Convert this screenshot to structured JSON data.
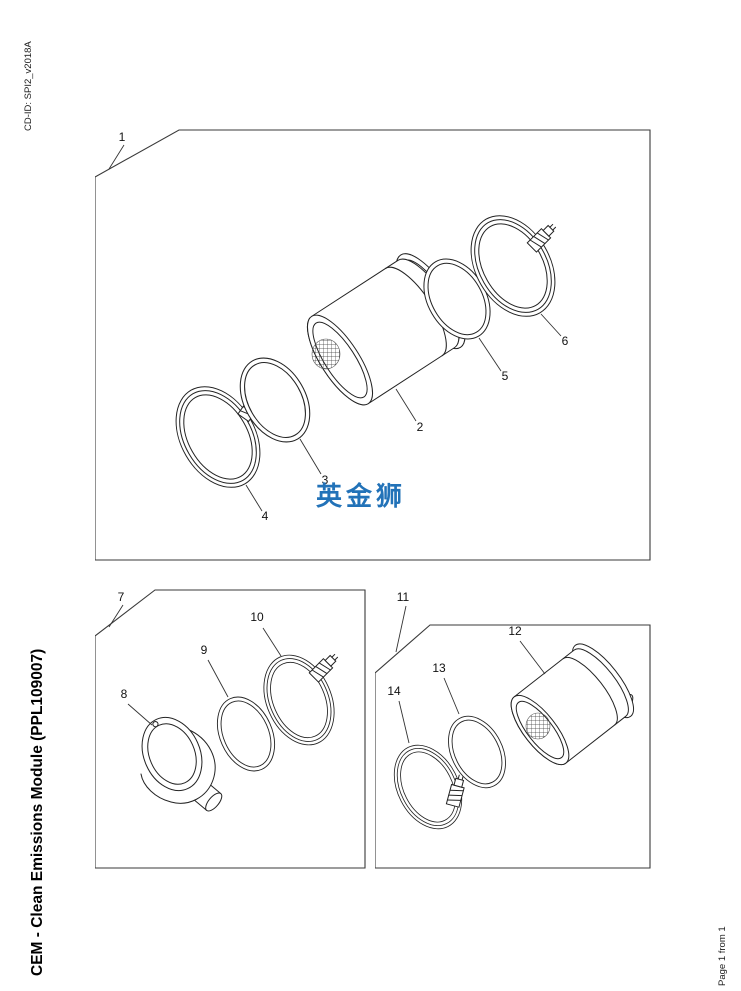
{
  "page": {
    "cd_id": "CD-ID: SPI2_v2018A",
    "title": "CEM - Clean Emissions Module (PPL109007)",
    "page_number": "Page 1 from 1",
    "watermark": "英金狮",
    "watermark_color": "#2272b8",
    "line_color": "#232323"
  },
  "panels": {
    "main": {
      "label": "1",
      "callouts": {
        "canister": "2",
        "gasket_left": "3",
        "clamp_left": "4",
        "gasket_right": "5",
        "clamp_right": "6"
      }
    },
    "inlet": {
      "label": "7",
      "callouts": {
        "elbow": "8",
        "gasket": "9",
        "clamp": "10"
      }
    },
    "outlet": {
      "label": "11",
      "callouts": {
        "filter": "12",
        "gasket": "13",
        "clamp": "14"
      }
    }
  }
}
